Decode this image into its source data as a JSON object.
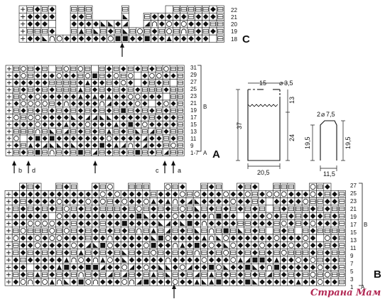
{
  "chart_c": {
    "label": "C",
    "rows": [
      "22",
      "21",
      "20",
      "19",
      "18"
    ]
  },
  "chart_a": {
    "label": "A",
    "rows": [
      "31",
      "29",
      "27",
      "25",
      "23",
      "21",
      "19",
      "17",
      "15",
      "13",
      "11",
      "9",
      "1-7"
    ],
    "bracket_label": "B",
    "foot_label": "A",
    "markers": [
      "b",
      "d",
      "c",
      "a"
    ]
  },
  "chart_b": {
    "label": "B",
    "rows": [
      "27",
      "25",
      "23",
      "21",
      "19",
      "17",
      "15",
      "13",
      "11",
      "9",
      "7",
      "5",
      "3",
      "1"
    ],
    "bracket_label": "B",
    "foot_label": "A"
  },
  "schematic_main": {
    "top_width": "15",
    "top_right": "3,5",
    "side_top": "13",
    "side_total": "37",
    "side_bottom": "24",
    "bottom_width": "20,5"
  },
  "schematic_sleeve": {
    "top": "2",
    "top_right": "7,5",
    "left_height": "19,5",
    "right_height": "19,5",
    "bottom_width": "11,5"
  },
  "watermark": "Страна Мам",
  "colors": {
    "ink": "#111111",
    "watermark": "#b22a55"
  }
}
